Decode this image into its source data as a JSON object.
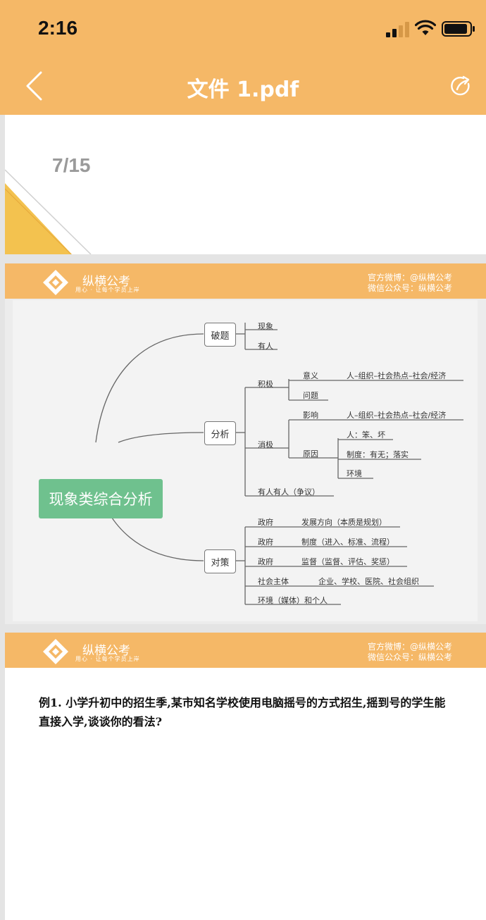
{
  "status": {
    "time": "2:16"
  },
  "nav": {
    "title": "文件 1.pdf"
  },
  "page1": {
    "page_number": "7/15"
  },
  "brand": {
    "name": "纵横公考",
    "slogan": "用心 · 让每个学员上岸",
    "weibo": "官方微博：@纵横公考",
    "wechat": "微信公众号：纵横公考"
  },
  "mindmap": {
    "root": "现象类综合分析",
    "poti": {
      "label": "破题",
      "items": [
        "现象",
        "有人"
      ]
    },
    "fenxi": {
      "label": "分析",
      "jiji": "积极",
      "yiyi": "意义",
      "yiyi_detail": "人–组织–社会热点–社会/经济",
      "wenti": "问题",
      "xiaoji": "消极",
      "yingxiang": "影响",
      "yingxiang_detail": "人–组织–社会热点–社会/经济",
      "yuanyin": "原因",
      "yuanyin_items": [
        "人：笨、坏",
        "制度：有无；落实",
        "环境"
      ],
      "zhengyi": "有人有人（争议）"
    },
    "duice": {
      "label": "对策",
      "rows": [
        {
          "left": "政府",
          "right": "发展方向（本质是规划）"
        },
        {
          "left": "政府",
          "right": "制度（进入、标准、流程）"
        },
        {
          "left": "政府",
          "right": "监督（监督、评估、奖惩）"
        },
        {
          "left": "社会主体",
          "right": "企业、学校、医院、社会组织"
        },
        {
          "left": "环境（媒体）和个人",
          "right": ""
        }
      ]
    }
  },
  "page3": {
    "question": "例1. 小学升初中的招生季,某市知名学校使用电脑摇号的方式招生,摇到号的学生能直接入学,谈谈你的看法?"
  },
  "colors": {
    "accent": "#f5b867",
    "root_node": "#6fc18e"
  }
}
